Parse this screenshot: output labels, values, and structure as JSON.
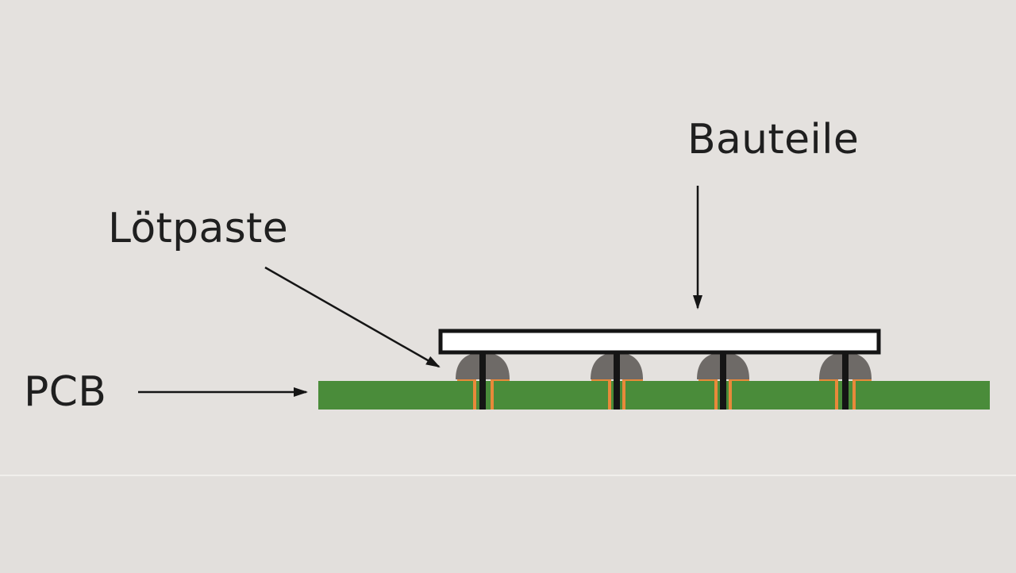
{
  "labels": {
    "bauteile": "Bauteile",
    "loetpaste": "Lötpaste",
    "pcb": "PCB"
  },
  "colors": {
    "background": "#e4e1de",
    "pcb_green": "#4a8c3a",
    "copper_pad": "#e8893a",
    "solder_paste": "#6e6a67",
    "component_body": "#ffffff",
    "outline": "#151515"
  }
}
